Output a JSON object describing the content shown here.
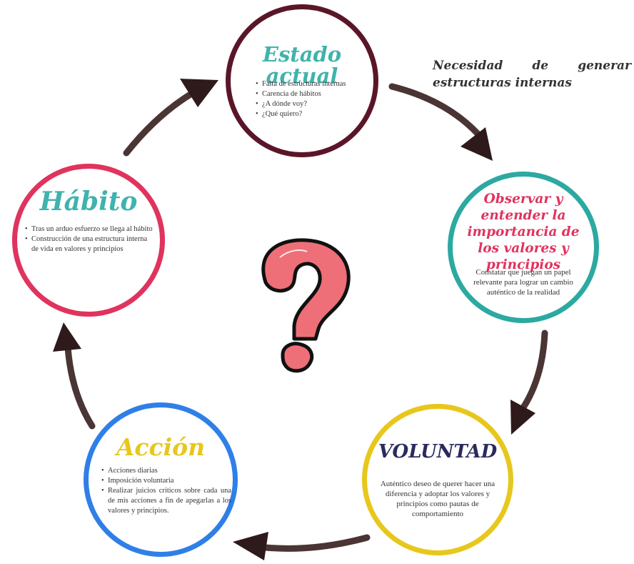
{
  "nodes": {
    "estado": {
      "title": "Estado actual",
      "items": [
        "Falta de estructuras internas",
        "Carencia de hábitos",
        "¿A dónde voy?",
        "¿Qué quiero?"
      ],
      "color": "#5a1628"
    },
    "observar": {
      "title": "Observar y entender la importancia de los valores y principios",
      "desc": "Constatar que juegan un papel relevante para lograr un cambio auténtico de la realidad",
      "color": "#2ca9a1"
    },
    "voluntad": {
      "title": "VOLUNTAD",
      "desc": "Auténtico deseo de querer hacer una diferencia y adoptar los valores y principios como pautas de comportamiento",
      "color": "#e8c71d"
    },
    "accion": {
      "title": "Acción",
      "items": [
        "Acciones diarias",
        "Imposición voluntaria",
        "Realizar juicios críticos sobre cada una de mis acciones a fin de apegarlas a los valores y principios."
      ],
      "color": "#2f7fe8"
    },
    "habito": {
      "title": "Hábito",
      "items": [
        "Tras un arduo esfuerzo se llega al hábito",
        "Construcción de una estructura interna de vida en valores y principios"
      ],
      "color": "#e0335e"
    }
  },
  "side_note": "Necesidad de generar estructuras internas",
  "center_icon": "question-mark-icon",
  "colors": {
    "arrow_start": "#2e1a1a",
    "arrow_end": "#5a4848",
    "question_fill": "#ee6f78",
    "question_outline": "#111111"
  }
}
